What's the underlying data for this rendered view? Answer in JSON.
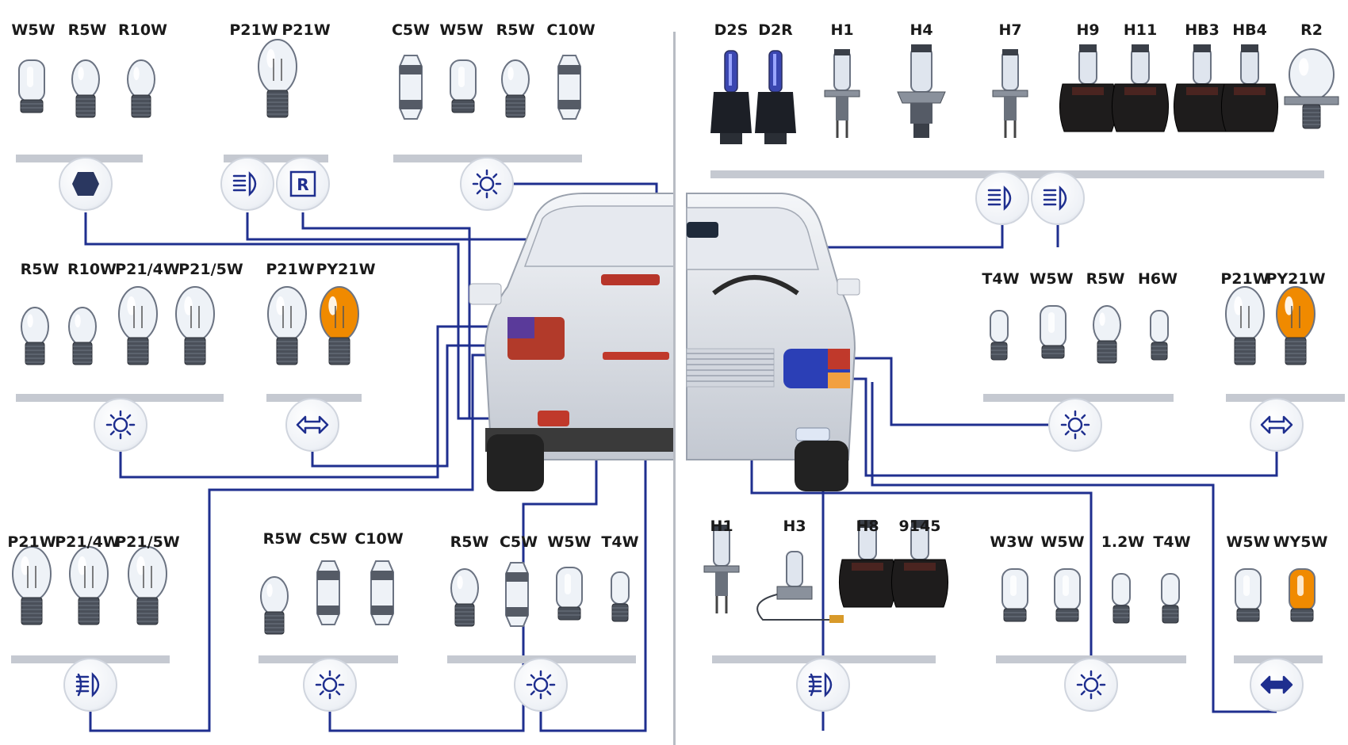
{
  "groups": {
    "g1": {
      "labels": [
        "W5W",
        "R5W",
        "R10W"
      ]
    },
    "g2": {
      "labels": [
        "P21W",
        "P21W"
      ]
    },
    "g3": {
      "labels": [
        "C5W",
        "W5W",
        "R5W",
        "C10W"
      ]
    },
    "g4": {
      "labels": [
        "R5W",
        "R10W",
        "P21/4W",
        "P21/5W"
      ]
    },
    "g5": {
      "labels": [
        "P21W",
        "PY21W"
      ]
    },
    "g6": {
      "labels": [
        "P21W",
        "P21/4W",
        "P21/5W"
      ]
    },
    "g7": {
      "labels": [
        "R5W",
        "C5W",
        "C10W"
      ]
    },
    "g8": {
      "labels": [
        "R5W",
        "C5W",
        "W5W",
        "T4W"
      ]
    },
    "g9": {
      "labels": [
        "D2S",
        "D2R",
        "H1",
        "H4",
        "H7",
        "H9",
        "H11",
        "HB3",
        "HB4",
        "R2"
      ]
    },
    "g10": {
      "labels": [
        "T4W",
        "W5W",
        "R5W",
        "H6W"
      ]
    },
    "g11": {
      "labels": [
        "P21W",
        "PY21W"
      ]
    },
    "g12": {
      "labels": [
        "H1",
        "H3",
        "H8",
        "9145"
      ]
    },
    "g13": {
      "labels": [
        "W3W",
        "W5W",
        "1.2W",
        "T4W"
      ]
    },
    "g14": {
      "labels": [
        "W5W",
        "WY5W"
      ]
    }
  },
  "icons": [
    {
      "name": "fog-lamp-icon"
    },
    {
      "name": "headlamp-icon"
    },
    {
      "name": "reverse-light-icon",
      "text": "R"
    },
    {
      "name": "interior-light-icon"
    },
    {
      "name": "position-light-icon"
    },
    {
      "name": "turn-signal-icon"
    },
    {
      "name": "rear-fog-lamp-icon"
    },
    {
      "name": "license-plate-light-icon"
    },
    {
      "name": "side-light-icon"
    },
    {
      "name": "low-beam-icon"
    },
    {
      "name": "high-beam-icon"
    },
    {
      "name": "parking-light-icon"
    },
    {
      "name": "turn-signal-icon"
    },
    {
      "name": "front-fog-lamp-icon"
    },
    {
      "name": "dashboard-light-icon"
    },
    {
      "name": "side-repeater-icon"
    }
  ],
  "colors": {
    "wire": "#1f2f8f",
    "bar": "#c5c9d1",
    "amber": "#f08a00",
    "xenon": "#3a46b0"
  }
}
